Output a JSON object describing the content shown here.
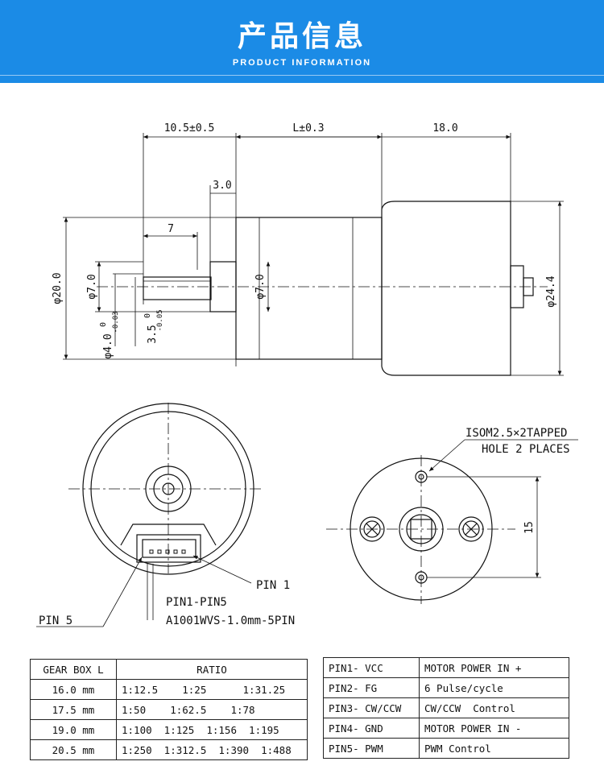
{
  "header": {
    "title": "产品信息",
    "subtitle": "PRODUCT INFORMATION"
  },
  "colors": {
    "header_bg": "#1b8be6",
    "line": "#111111"
  },
  "side_view": {
    "dim_shaft_len": "10.5±0.5",
    "dim_gearbox_len": "L±0.3",
    "dim_motor_len": "18.0",
    "dim_shoulder": "3.0",
    "dim_flat": "7",
    "dim_gearbox_dia": "φ20.0",
    "dim_boss_dia": "φ7.0",
    "dim_boss_dia_2": "φ7.0",
    "dim_motor_dia": "φ24.4",
    "dim_shaft_dia": "φ4.0",
    "dim_shaft_dia_tol_top": "0",
    "dim_shaft_dia_tol_bot": "-0.03",
    "dim_flat_depth": "3.5",
    "dim_flat_depth_tol_top": "0",
    "dim_flat_depth_tol_bot": "-0.05"
  },
  "rear_view": {
    "pin1_label": "PIN 1",
    "pin5_label": "PIN 5",
    "connector_label_1": "PIN1-PIN5",
    "connector_label_2": "A1001WVS-1.0mm-5PIN"
  },
  "front_view": {
    "hole_note_1": "ISOM2.5×2TAPPED",
    "hole_note_2": "HOLE 2 PLACES",
    "hole_spacing": "15"
  },
  "gear_table": {
    "headers": [
      "GEAR BOX L",
      "RATIO"
    ],
    "rows": [
      {
        "length": "16.0  mm",
        "ratio": "1:12.5    1:25      1:31.25"
      },
      {
        "length": "17.5  mm",
        "ratio": "1:50    1:62.5    1:78"
      },
      {
        "length": "19.0 mm",
        "ratio": "1:100  1:125  1:156  1:195"
      },
      {
        "length": "20.5 mm",
        "ratio": "1:250  1:312.5  1:390  1:488"
      }
    ]
  },
  "pin_table": {
    "rows": [
      {
        "pin": "PIN1- VCC",
        "desc": "MOTOR POWER IN +"
      },
      {
        "pin": "PIN2- FG",
        "desc": "6 Pulse/cycle"
      },
      {
        "pin": "PIN3- CW/CCW",
        "desc": "CW/CCW  Control"
      },
      {
        "pin": "PIN4- GND",
        "desc": "MOTOR POWER IN -"
      },
      {
        "pin": "PIN5- PWM",
        "desc": "PWM Control"
      }
    ]
  }
}
